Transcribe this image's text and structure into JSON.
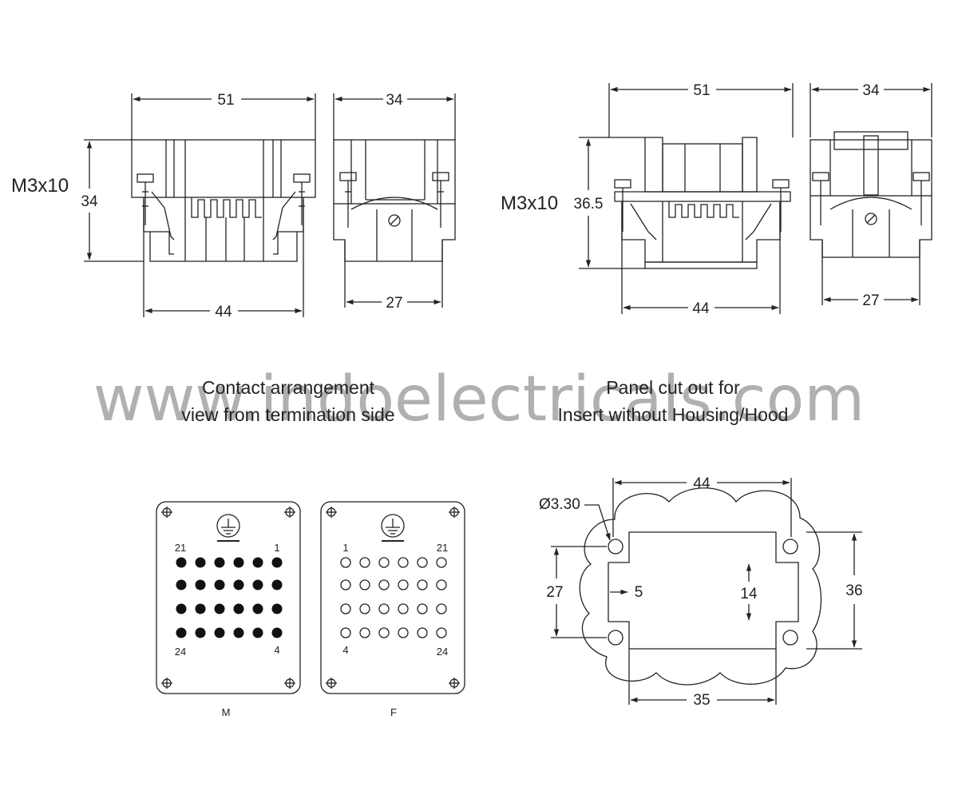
{
  "watermark": "www.indoelectricals.com",
  "left_view": {
    "screw_label": "M3x10",
    "top_width": "51",
    "side_width": "34",
    "height": "34",
    "bottom_width": "44",
    "side_bottom_width": "27"
  },
  "right_view": {
    "screw_label": "M3x10",
    "top_width": "51",
    "side_width": "34",
    "height": "36.5",
    "bottom_width": "44",
    "side_bottom_width": "27"
  },
  "captions": {
    "contact_line1": "Contact arrangement",
    "contact_line2": "view from termination side",
    "panel_line1": "Panel cut out for",
    "panel_line2": "Insert without Housing/Hood"
  },
  "male_face": {
    "label": "M",
    "pin_top_left": "21",
    "pin_top_right": "1",
    "pin_bottom_left": "24",
    "pin_bottom_right": "4"
  },
  "female_face": {
    "label": "F",
    "pin_top_left": "1",
    "pin_top_right": "21",
    "pin_bottom_left": "4",
    "pin_bottom_right": "24"
  },
  "panel_cutout": {
    "hole_diameter": "Ø3.30",
    "hole_spacing": "44",
    "height_27": "27",
    "step_5": "5",
    "height_14": "14",
    "height_36": "36",
    "bottom_35": "35"
  }
}
